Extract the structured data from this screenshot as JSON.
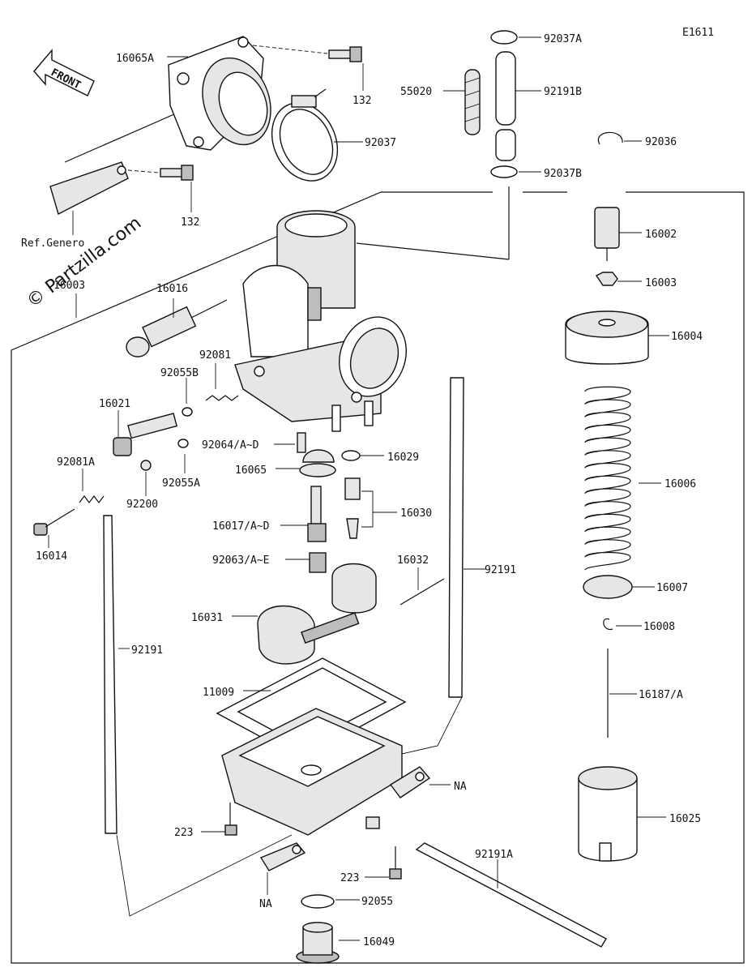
{
  "diagram_code": "E1611",
  "watermark": "© Partzilla.com",
  "front_label": "FRONT",
  "ref_label": "Ref.Genero",
  "callouts": {
    "c16065A": "16065A",
    "c132a": "132",
    "c132b": "132",
    "c92037": "92037",
    "c92037A": "92037A",
    "c55020": "55020",
    "c92191B": "92191B",
    "c92037B": "92037B",
    "c92036": "92036",
    "c16002": "16002",
    "c16003r": "16003",
    "c16003l": "16003",
    "c16004": "16004",
    "c16016": "16016",
    "c92081": "92081",
    "c92055B": "92055B",
    "c16021": "16021",
    "c92064": "92064/A~D",
    "c16029": "16029",
    "c16065": "16065",
    "c92081A": "92081A",
    "c92055A": "92055A",
    "c92200": "92200",
    "c16006": "16006",
    "c16030": "16030",
    "c16017": "16017/A~D",
    "c16014": "16014",
    "c92063": "92063/A~E",
    "c16032": "16032",
    "c92191r": "92191",
    "c16007": "16007",
    "c16031": "16031",
    "c16008": "16008",
    "c92191l": "92191",
    "c11009": "11009",
    "c16187": "16187/A",
    "cNAr": "NA",
    "c223a": "223",
    "c16025": "16025",
    "c92191A": "92191A",
    "c223b": "223",
    "cNAl": "NA",
    "c92055": "92055",
    "c16049": "16049"
  }
}
